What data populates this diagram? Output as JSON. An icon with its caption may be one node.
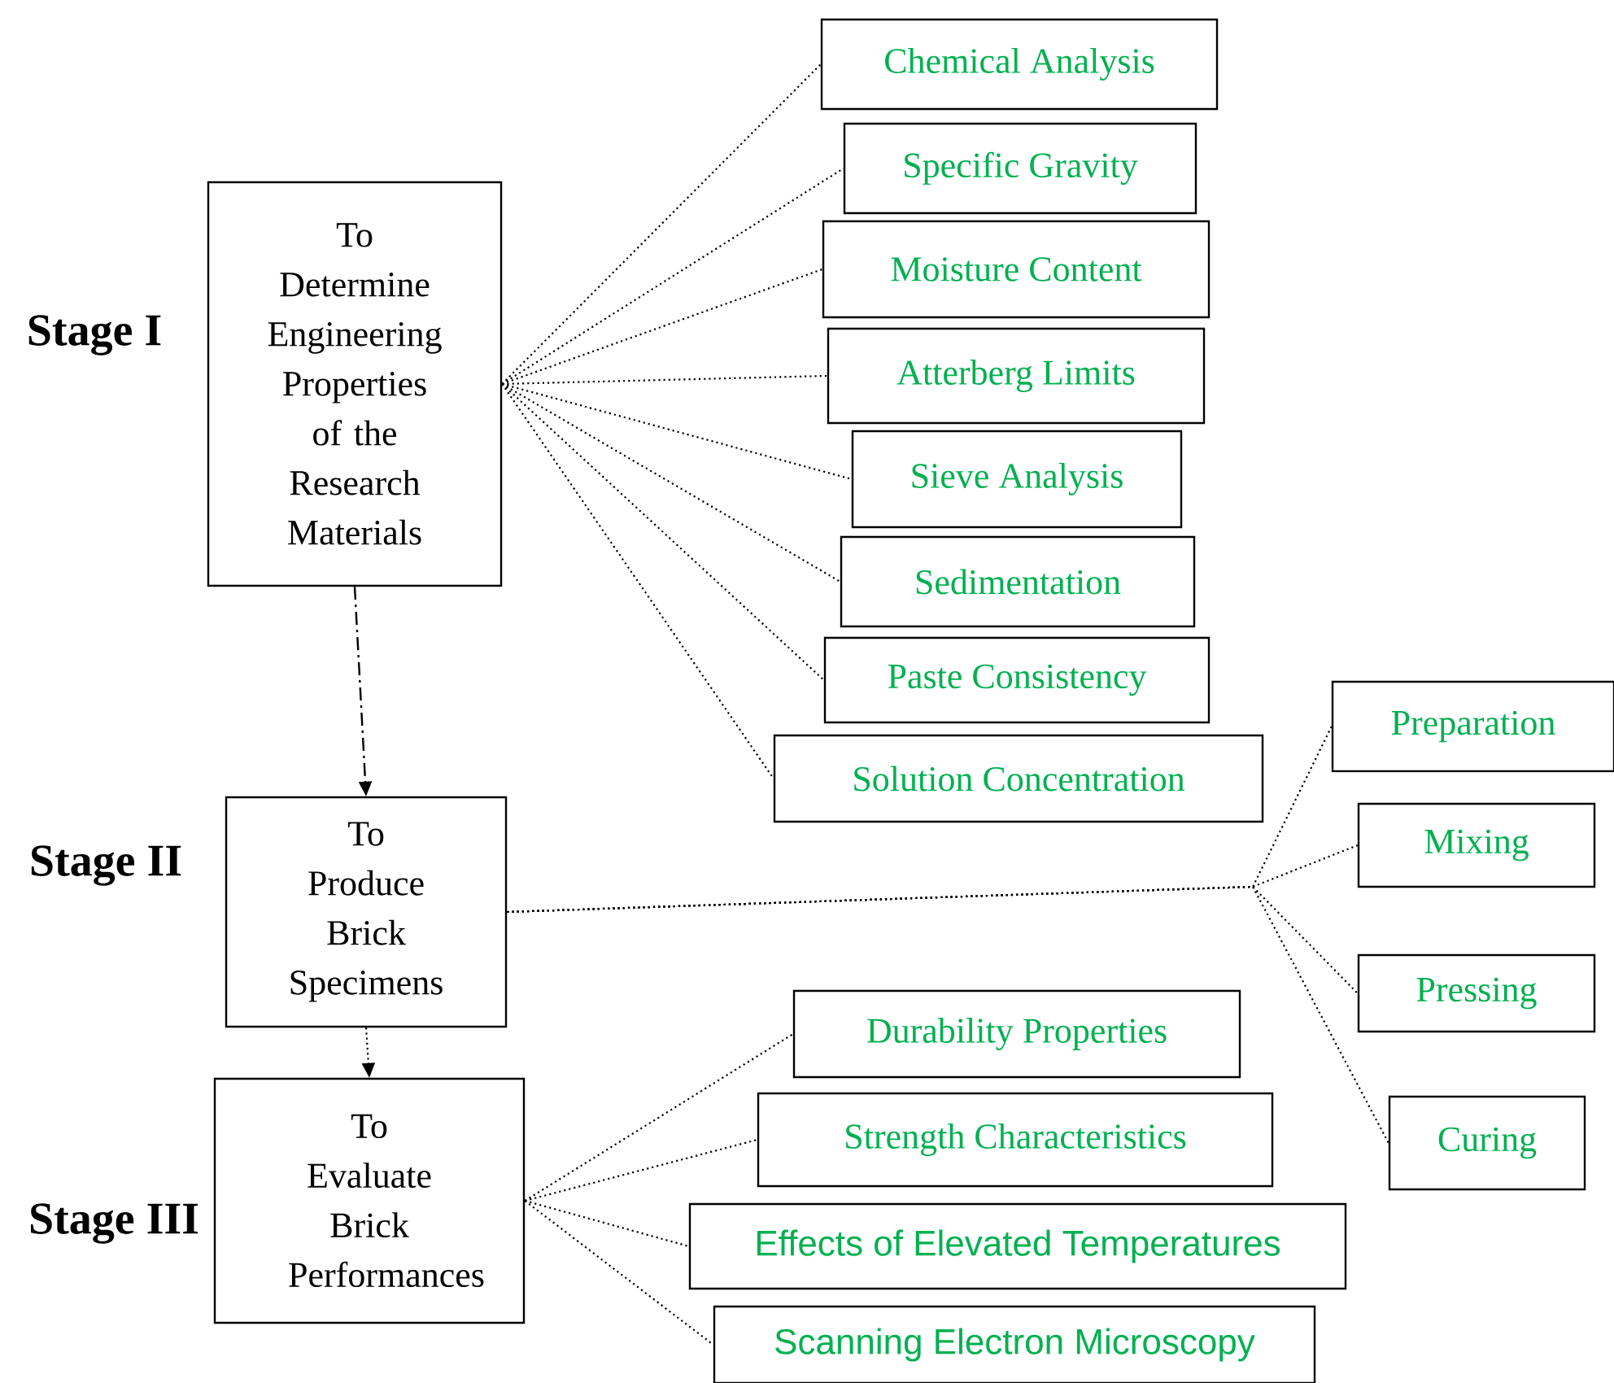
{
  "diagram": {
    "nodes": [
      {
        "text": [
          "To Determine Engineering Properties of the Research Materials"
        ]
      },
      {
        "text": [
          "Chemical Analysis"
        ]
      },
      {
        "text": [
          "Specific Gravity"
        ]
      },
      {
        "text": [
          "Moisture Content"
        ]
      },
      {
        "text": [
          "Atterberg Limits"
        ]
      },
      {
        "text": [
          "Sieve Analysis"
        ]
      },
      {
        "text": [
          "Sedimentation"
        ]
      },
      {
        "text": [
          "Paste Consistency"
        ]
      },
      {
        "text": [
          "Solution Concentration"
        ]
      },
      {
        "text": [
          "To Produce Brick Specimens"
        ]
      },
      {
        "text": [
          "Preparation"
        ]
      },
      {
        "text": [
          "Mixing"
        ]
      },
      {
        "text": [
          "Pressing"
        ]
      },
      {
        "text": [
          "Curing"
        ]
      },
      {
        "text": [
          "To Evaluate Brick Performances"
        ]
      },
      {
        "text": [
          "Durability Properties"
        ]
      },
      {
        "text": [
          "Strength Characteristics"
        ]
      },
      {
        "text": [
          "Effects of Elevated Temperatures"
        ]
      },
      {
        "text": [
          "Scanning Electron Microscopy"
        ]
      }
    ],
    "edges": [
      {
        "from": 0,
        "to": 1,
        "arrow": "none"
      },
      {
        "from": 0,
        "to": 2,
        "arrow": "none"
      },
      {
        "from": 0,
        "to": 3,
        "arrow": "none"
      },
      {
        "from": 0,
        "to": 4,
        "arrow": "none"
      },
      {
        "from": 0,
        "to": 5,
        "arrow": "none"
      },
      {
        "from": 0,
        "to": 6,
        "arrow": "none"
      },
      {
        "from": 0,
        "to": 7,
        "arrow": "none"
      },
      {
        "from": 0,
        "to": 8,
        "arrow": "none"
      },
      {
        "from": 0,
        "to": 9,
        "arrow": "to",
        "style": "dashed"
      },
      {
        "from": 9,
        "to": 10,
        "arrow": "none"
      },
      {
        "from": 9,
        "to": 11,
        "arrow": "none"
      },
      {
        "from": 9,
        "to": 12,
        "arrow": "none"
      },
      {
        "from": 9,
        "to": 13,
        "arrow": "none"
      },
      {
        "from": 9,
        "to": 14,
        "arrow": "to"
      },
      {
        "from": 14,
        "to": 15,
        "arrow": "none"
      },
      {
        "from": 14,
        "to": 16,
        "arrow": "none"
      },
      {
        "from": 14,
        "to": 17,
        "arrow": "none"
      },
      {
        "from": 14,
        "to": 18,
        "arrow": "none"
      }
    ],
    "labels": [
      "Stage I",
      "Stage II",
      "Stage III"
    ]
  }
}
